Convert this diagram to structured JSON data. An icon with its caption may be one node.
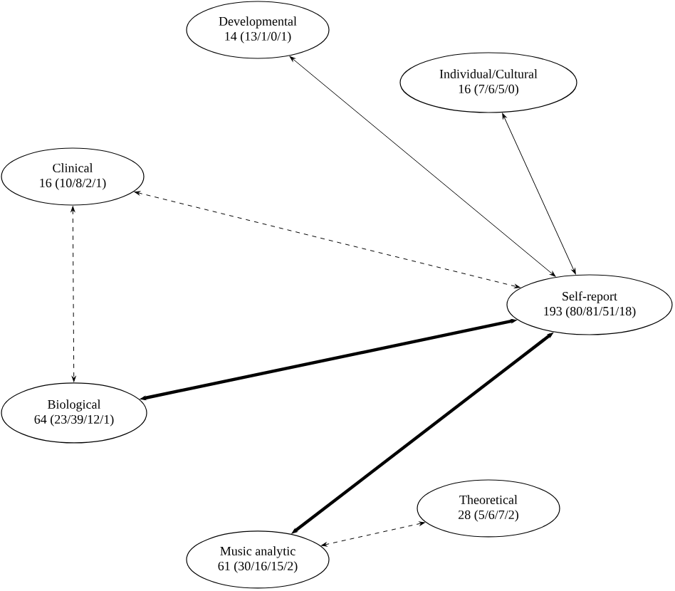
{
  "diagram": {
    "nodes": [
      {
        "text": [
          "Developmental",
          "14 (13/1/0/1)"
        ]
      },
      {
        "text": [
          "Individual/Cultural",
          "16 (7/6/5/0)"
        ]
      },
      {
        "text": [
          "Clinical",
          "16 (10/8/2/1)"
        ]
      },
      {
        "text": [
          "Self-report",
          "193 (80/81/51/18)"
        ]
      },
      {
        "text": [
          "Biological",
          "64 (23/39/12/1)"
        ]
      },
      {
        "text": [
          "Theoretical",
          "28 (5/6/7/2)"
        ]
      },
      {
        "text": [
          "Music analytic",
          "61 (30/16/15/2)"
        ]
      }
    ],
    "edges": [
      {
        "from": 0,
        "to": 3,
        "arrow": "both"
      },
      {
        "from": 1,
        "to": 3,
        "arrow": "both"
      },
      {
        "from": 2,
        "to": 3,
        "arrow": "both",
        "style": "dashed"
      },
      {
        "from": 2,
        "to": 4,
        "arrow": "both",
        "style": "dashed"
      },
      {
        "from": 4,
        "to": 3,
        "arrow": "both",
        "style": "thick"
      },
      {
        "from": 6,
        "to": 3,
        "arrow": "both",
        "style": "thick"
      },
      {
        "from": 6,
        "to": 5,
        "arrow": "both",
        "style": "dashed"
      }
    ]
  }
}
